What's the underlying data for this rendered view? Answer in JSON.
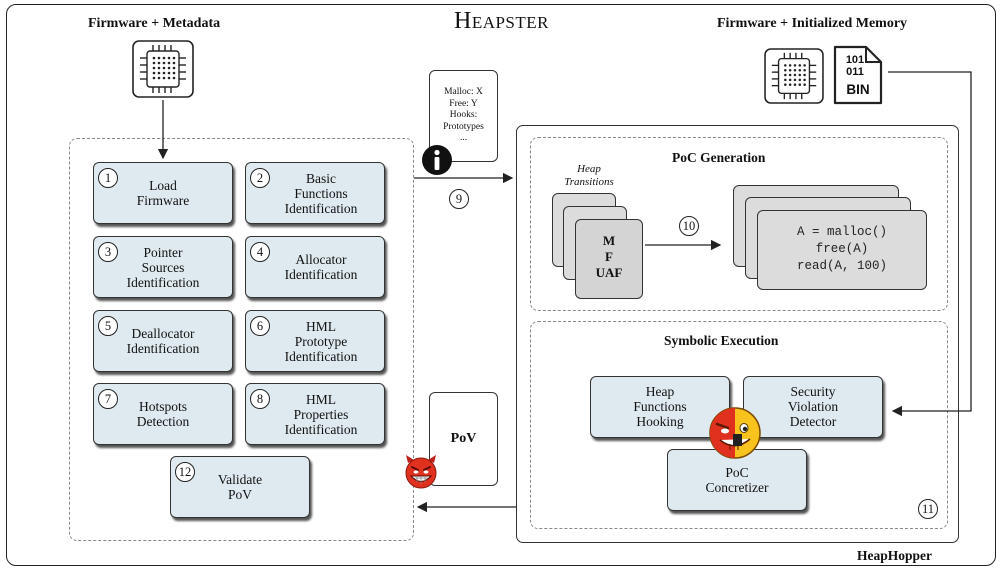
{
  "title": "Heapster",
  "left_input": {
    "label": "Firmware + Metadata",
    "icon": "chip-icon"
  },
  "right_input": {
    "label": "Firmware + Initialized Memory",
    "icons": [
      "chip-icon",
      "binary-file-icon"
    ],
    "bin_digits": [
      "101",
      "011"
    ],
    "bin_label": "BIN"
  },
  "steps": [
    {
      "num": "1",
      "label": "Load\nFirmware"
    },
    {
      "num": "2",
      "label": "Basic\nFunctions\nIdentification"
    },
    {
      "num": "3",
      "label": "Pointer\nSources\nIdentification"
    },
    {
      "num": "4",
      "label": "Allocator\nIdentification"
    },
    {
      "num": "5",
      "label": "Deallocator\nIdentification"
    },
    {
      "num": "6",
      "label": "HML\nPrototype\nIdentification"
    },
    {
      "num": "7",
      "label": "Hotspots\nDetection"
    },
    {
      "num": "8",
      "label": "HML\nProperties\nIdentification"
    },
    {
      "num": "12",
      "label": "Validate\nPoV"
    }
  ],
  "metadata_note": {
    "lines": [
      "Malloc: X",
      "Free: Y",
      "Hooks:",
      "Prototypes",
      "..."
    ],
    "icon": "info-icon"
  },
  "step9": "9",
  "heaphopper": {
    "label": "HeapHopper",
    "poc_generation": {
      "title": "PoC Generation",
      "transitions_label": "Heap\nTransitions",
      "transitions_card": [
        "M",
        "F",
        "UAF"
      ],
      "step": "10",
      "code": [
        "A = malloc()",
        "free(A)",
        "read(A, 100)"
      ]
    },
    "symbolic_execution": {
      "title": "Symbolic Execution",
      "boxes": [
        "Heap\nFunctions\nHooking",
        "Security\nViolation\nDetector",
        "PoC\nConcretizer"
      ],
      "step": "11",
      "icon": "mischievous-face-icon"
    }
  },
  "pov": {
    "label": "PoV",
    "icon": "devil-face-icon"
  },
  "colors": {
    "step_fill": "#dfeaf0",
    "card_fill": "#dcdcdc",
    "devil": "#e0301e",
    "emoji_yellow": "#f7c31c"
  }
}
